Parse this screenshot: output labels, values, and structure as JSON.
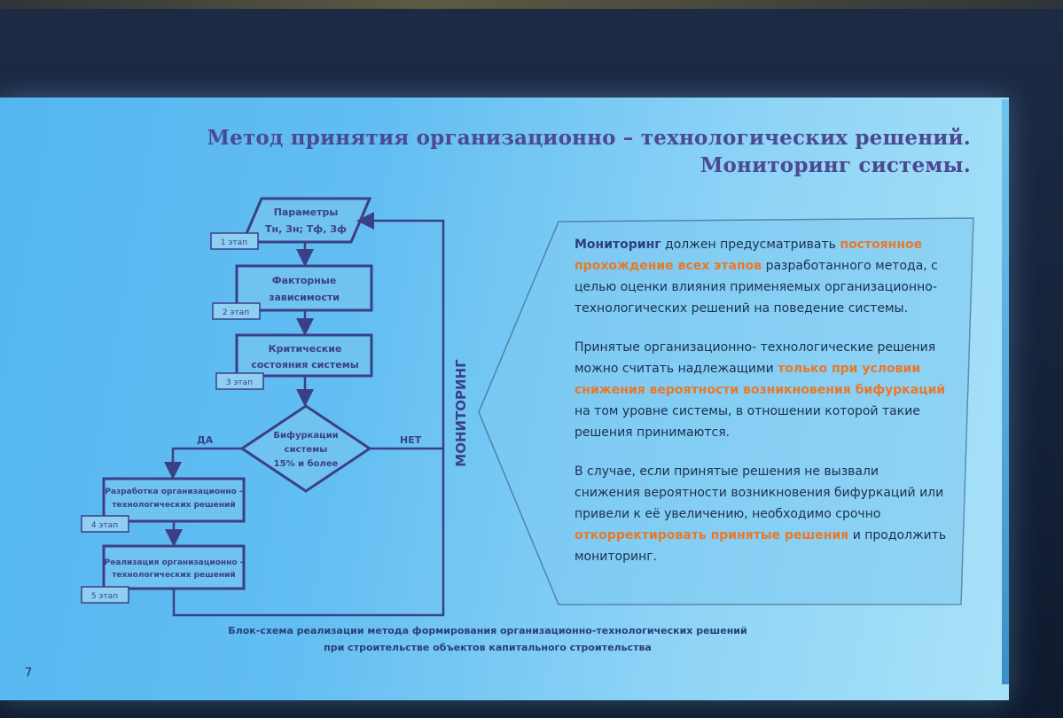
{
  "slide": {
    "title_line1": "Метод принятия организационно – технологических решений.",
    "title_line2": "Мониторинг системы.",
    "page_number": "7",
    "caption_line1": "Блок-схема реализации метода формирования организационно-технологических решений",
    "caption_line2": "при строительстве объектов капитального строительства"
  },
  "flowchart": {
    "node_parameters": {
      "line1": "Параметры",
      "line2": "Тн, Зн; Тф, Зф",
      "stage": "1 этап"
    },
    "node_factors": {
      "line1": "Факторные",
      "line2": "зависимости",
      "stage": "2 этап"
    },
    "node_critical": {
      "line1": "Критические",
      "line2": "состояния системы",
      "stage": "3 этап"
    },
    "node_bifurcation": {
      "line1": "Бифуркации",
      "line2": "системы",
      "line3": "15% и более"
    },
    "node_develop": {
      "line1": "Разработка организационно -",
      "line2": "технологических решений",
      "stage": "4 этап"
    },
    "node_implement": {
      "line1": "Реализация организационно -",
      "line2": "технологических решений",
      "stage": "5 этап"
    },
    "label_yes": "ДА",
    "label_no": "НЕТ",
    "label_monitoring": "МОНИТОРИНГ"
  },
  "info": {
    "p1_a": "Мониторинг",
    "p1_b": " должен предусматривать ",
    "p1_c": "постоянное прохождение всех этапов",
    "p1_d": " разработанного метода, с целью оценки влияния применяемых организационно- технологических решений на поведение системы.",
    "p2_a": "Принятые организационно- технологические решения можно считать надлежащими ",
    "p2_b": "только при условии снижения вероятности возникновения бифуркаций",
    "p2_c": " на том уровне системы, в отношении которой такие решения принимаются.",
    "p3_a": " В случае, если принятые решения не вызвали снижения вероятности возникновения бифуркаций или привели к её увеличению, необходимо срочно ",
    "p3_b": "откорректировать принятые решения",
    "p3_c": " и продолжить мониторинг."
  },
  "colors": {
    "accent": "#e8792a",
    "shape_stroke": "#3b3f86",
    "title": "#4b4a92"
  }
}
